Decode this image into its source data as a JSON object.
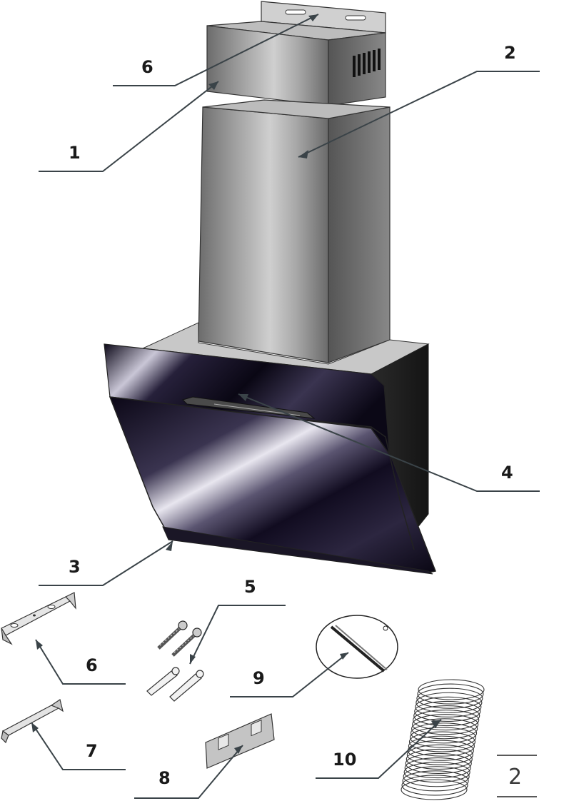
{
  "callouts": [
    {
      "id": "1",
      "label": "1"
    },
    {
      "id": "2",
      "label": "2"
    },
    {
      "id": "3",
      "label": "3"
    },
    {
      "id": "4",
      "label": "4"
    },
    {
      "id": "5",
      "label": "5"
    },
    {
      "id": "6a",
      "label": "6"
    },
    {
      "id": "6b",
      "label": "6"
    },
    {
      "id": "7",
      "label": "7"
    },
    {
      "id": "8",
      "label": "8"
    },
    {
      "id": "9",
      "label": "9"
    },
    {
      "id": "10",
      "label": "10"
    }
  ],
  "page": {
    "number": "2"
  }
}
